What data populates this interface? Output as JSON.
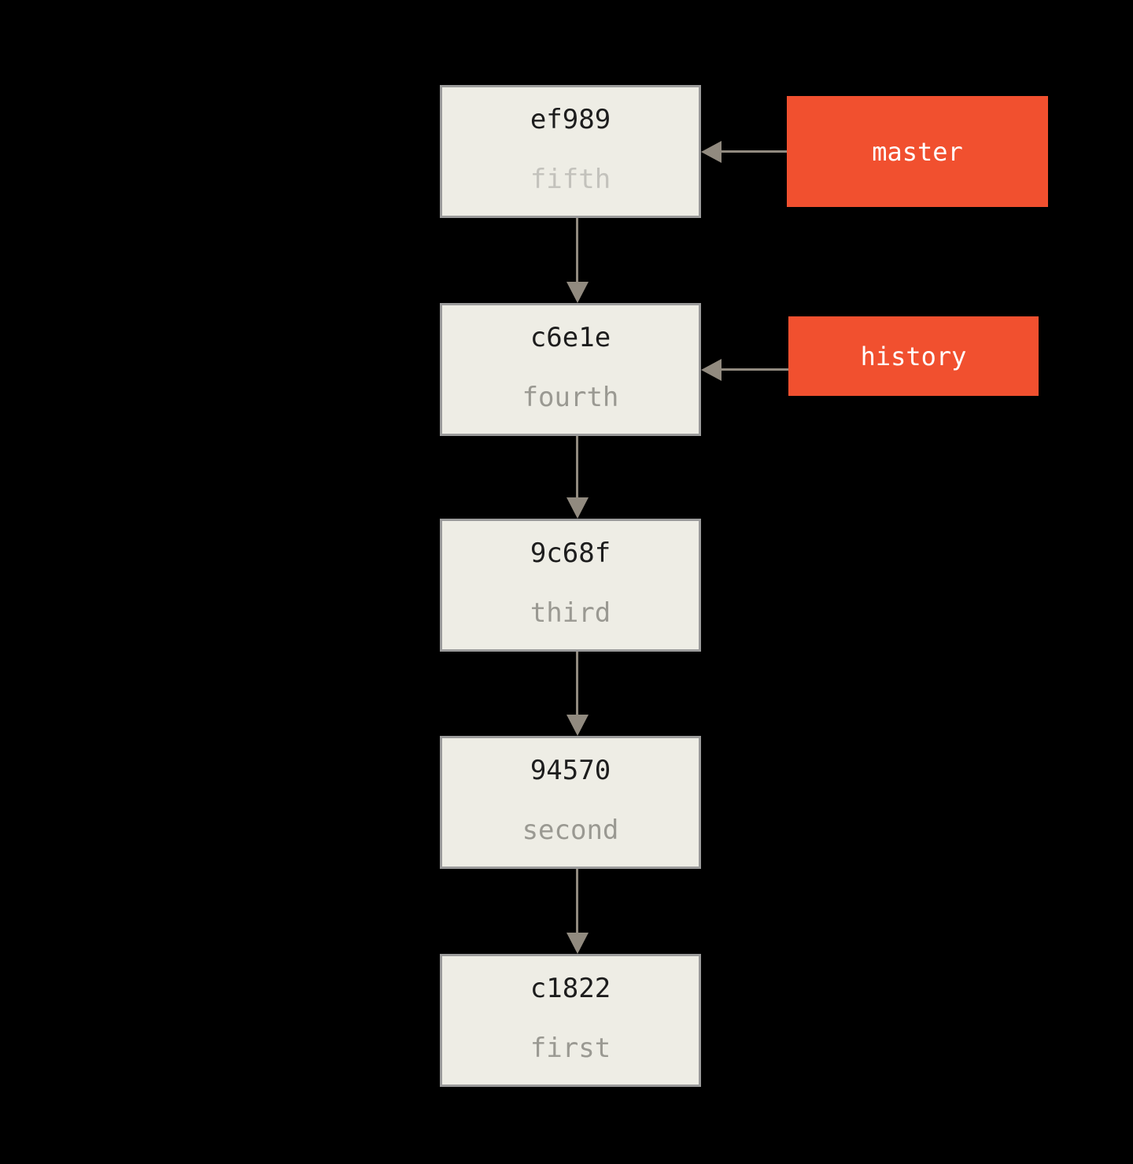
{
  "diagram": {
    "type": "git-commit-history",
    "commits": [
      {
        "hash": "ef989",
        "message": "fifth"
      },
      {
        "hash": "c6e1e",
        "message": "fourth"
      },
      {
        "hash": "9c68f",
        "message": "third"
      },
      {
        "hash": "94570",
        "message": "second"
      },
      {
        "hash": "c1822",
        "message": "first"
      }
    ],
    "branches": [
      {
        "name": "master",
        "points_to": "ef989"
      },
      {
        "name": "history",
        "points_to": "c6e1e"
      }
    ]
  },
  "colors": {
    "background": "#000000",
    "commit-fill": "#eeede5",
    "commit-border": "#9b9b9b",
    "hash-text": "#1d1d1d",
    "message-text": "#9a9992",
    "message-text-light": "#c3c2bc",
    "branch-fill": "#f1502f",
    "branch-text": "#ffffff",
    "arrow": "#918a7f"
  }
}
